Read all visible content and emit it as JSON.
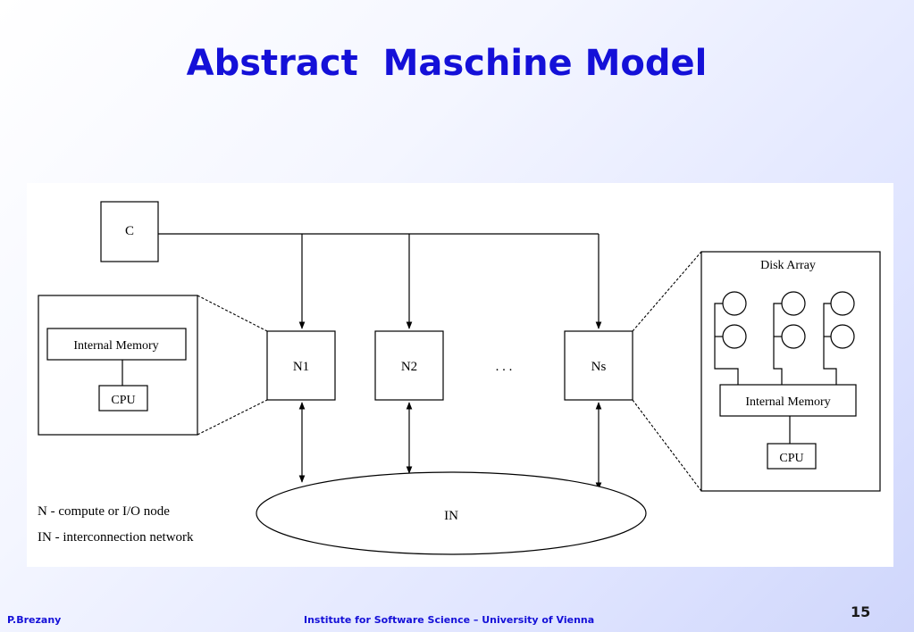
{
  "slide": {
    "title": "Abstract  Maschine Model",
    "author": "P.Brezany",
    "institute": "Institute for Software Science – University of Vienna",
    "page_number": "15"
  },
  "diagram": {
    "controller_label": "C",
    "nodes": [
      "N1",
      "N2",
      "Ns"
    ],
    "ellipsis": ". . .",
    "network_label": "IN",
    "left_detail": {
      "memory_label": "Internal Memory",
      "cpu_label": "CPU"
    },
    "right_detail": {
      "disk_array_label": "Disk Array",
      "memory_label": "Internal Memory",
      "cpu_label": "CPU"
    },
    "legend": [
      "N - compute or I/O node",
      "IN - interconnection network"
    ]
  }
}
